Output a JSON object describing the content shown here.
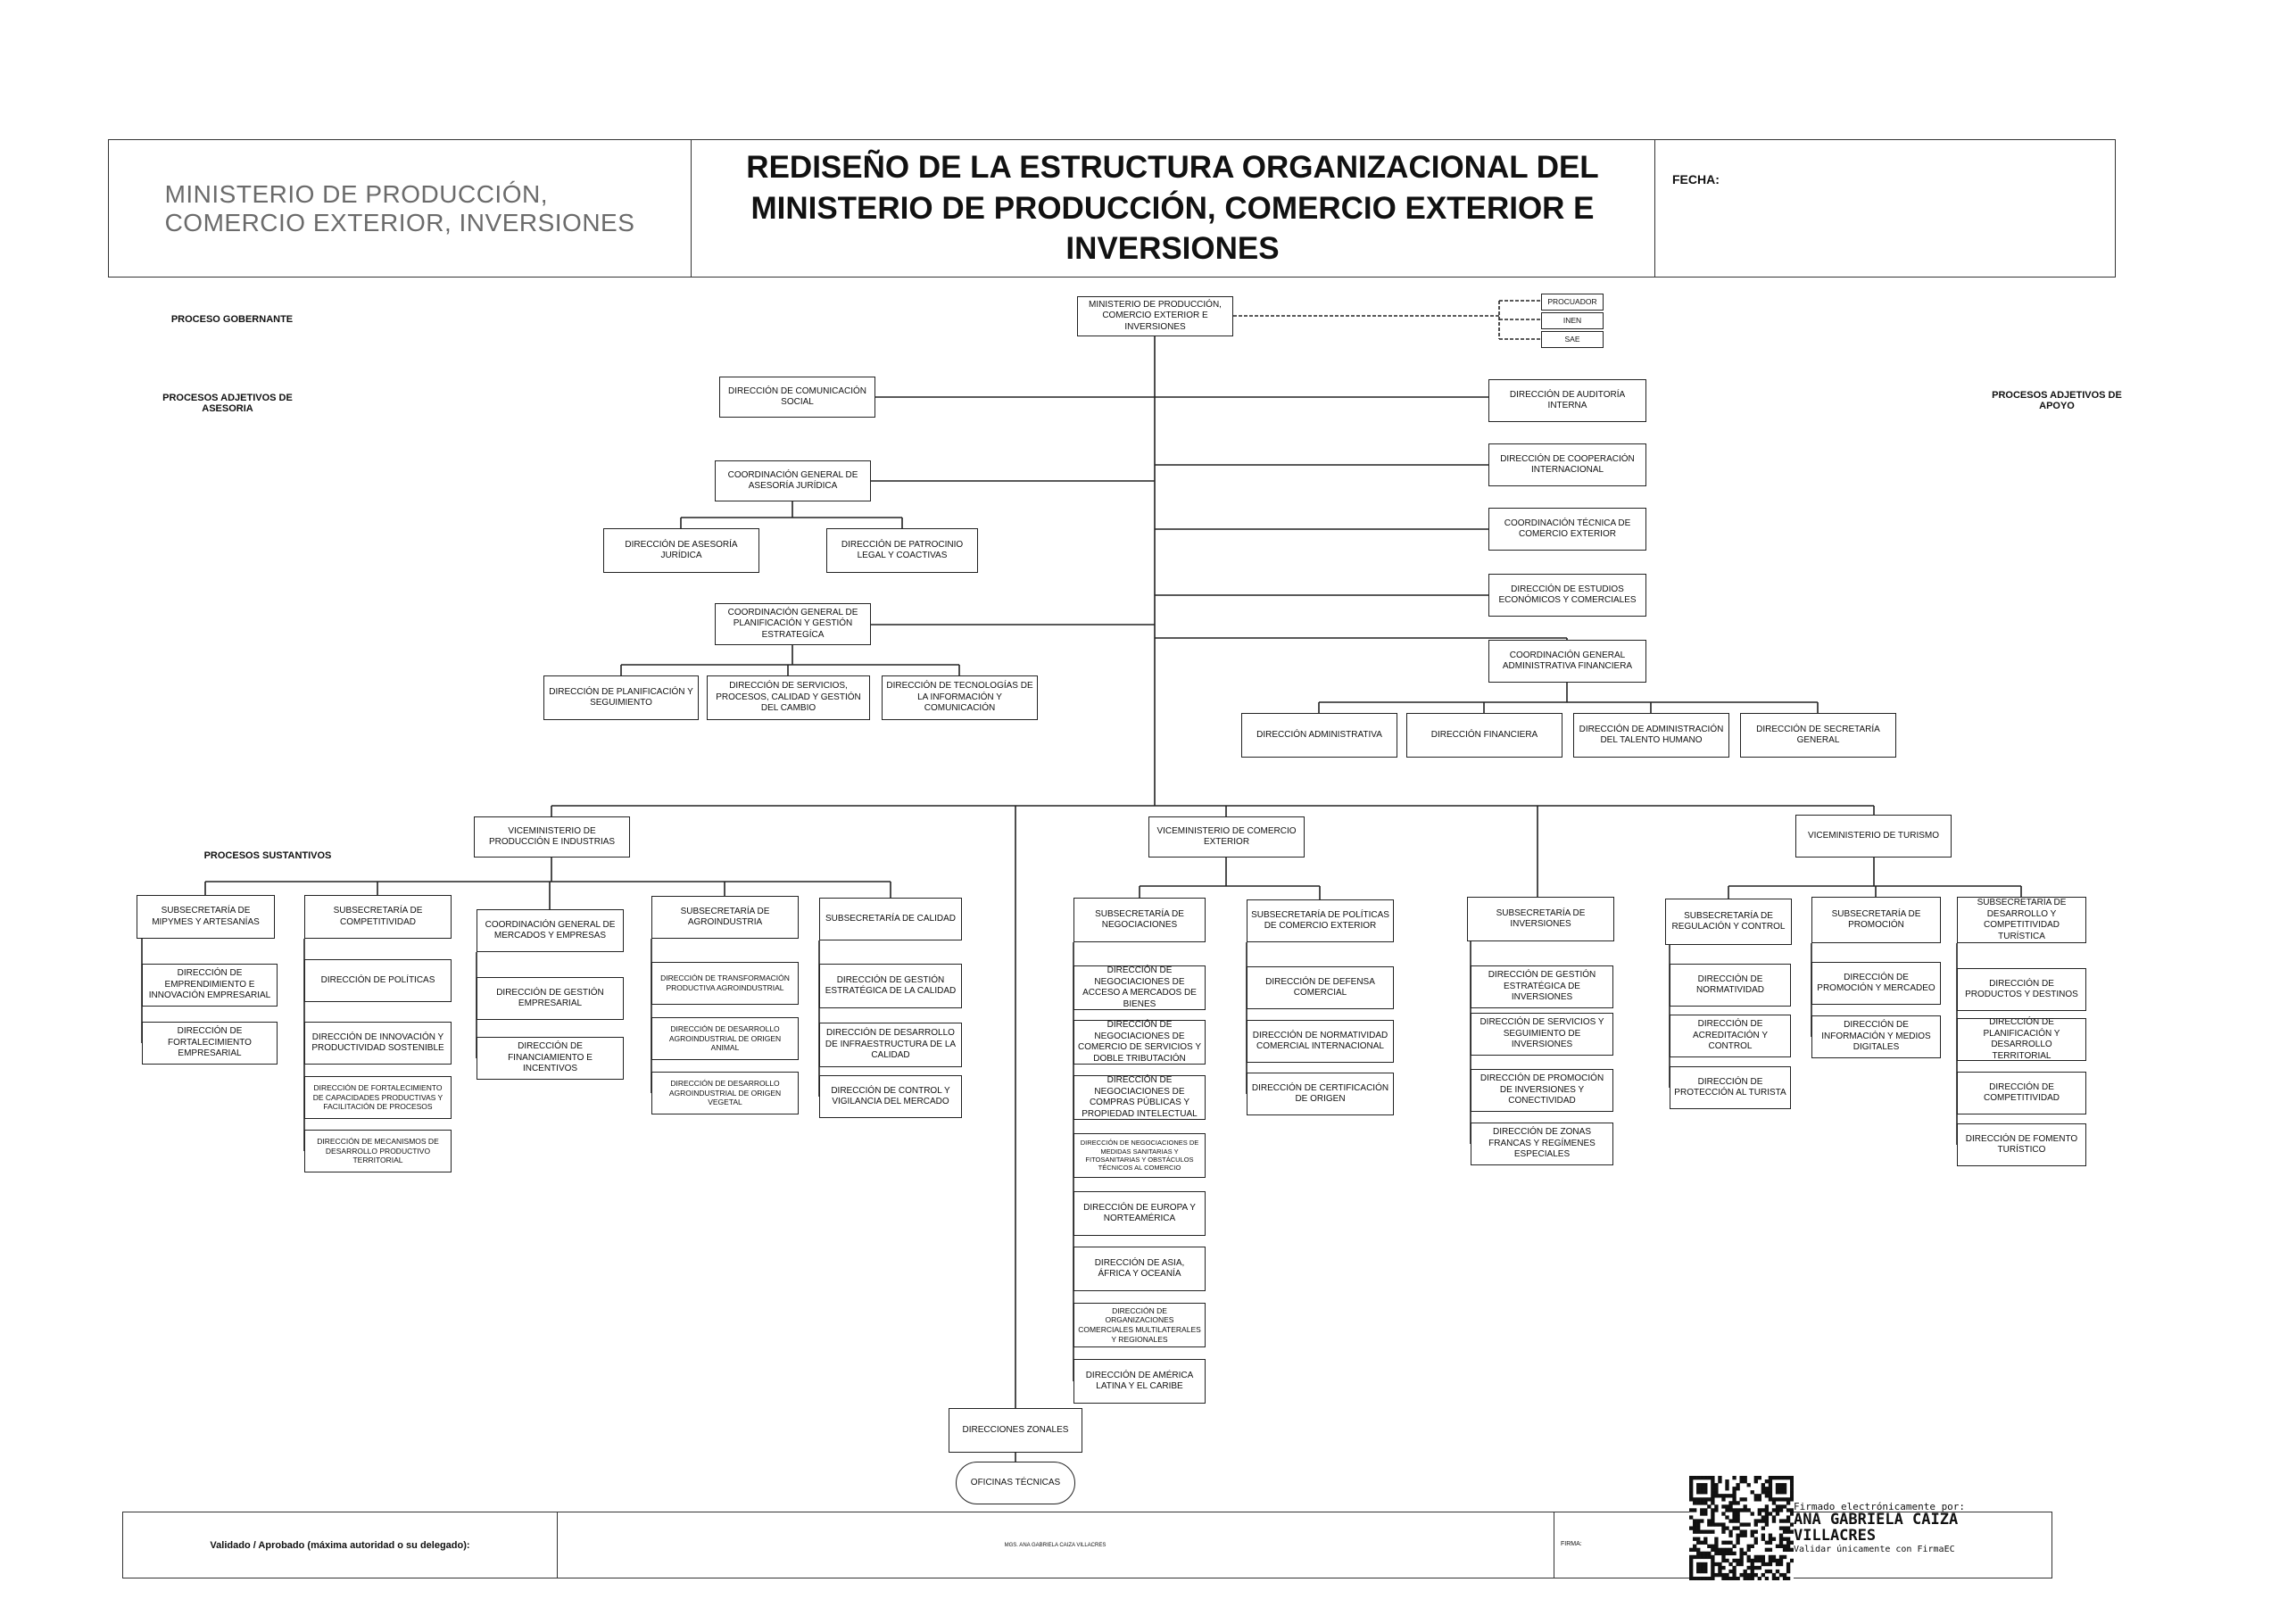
{
  "header": {
    "logo_text": "MINISTERIO DE PRODUCCIÓN,\nCOMERCIO EXTERIOR, INVERSIONES",
    "title": "REDISEÑO DE LA ESTRUCTURA ORGANIZACIONAL DEL MINISTERIO DE PRODUCCIÓN, COMERCIO EXTERIOR E INVERSIONES",
    "fecha_label": "FECHA:"
  },
  "labels": {
    "gobernante": "PROCESO GOBERNANTE",
    "asesoria": "PROCESOS ADJETIVOS DE ASESORIA",
    "apoyo": "PROCESOS ADJETIVOS DE APOYO",
    "sustantivos": "PROCESOS SUSTANTIVOS"
  },
  "units": {
    "ministerio": "MINISTERIO DE PRODUCCIÓN, COMERCIO EXTERIOR E INVERSIONES",
    "procuraduria": "PROCUADOR",
    "inen": "INEN",
    "sae": "SAE",
    "dir_comunicacion": "DIRECCIÓN DE COMUNICACIÓN SOCIAL",
    "cg_asesoria": "COORDINACIÓN GENERAL DE ASESORÍA JURÍDICA",
    "dir_asesoria": "DIRECCIÓN DE ASESORÍA JURÍDICA",
    "dir_patrocinio": "DIRECCIÓN DE PATROCINIO LEGAL Y COACTIVAS",
    "cg_planificacion": "COORDINACIÓN GENERAL DE PLANIFICACIÓN Y GESTIÓN ESTRATEGÍCA",
    "dir_planificacion": "DIRECCIÓN DE PLANIFICACIÓN Y SEGUIMIENTO",
    "dir_servicios": "DIRECCIÓN DE SERVICIOS, PROCESOS, CALIDAD Y GESTIÓN DEL CAMBIO",
    "dir_tecnologias": "DIRECCIÓN DE TECNOLOGÍAS DE LA INFORMACIÓN Y COMUNICACIÓN",
    "dir_auditoria": "DIRECCIÓN DE AUDITORÍA INTERNA",
    "dir_cooperacion": "DIRECCIÓN DE COOPERACIÓN INTERNACIONAL",
    "coord_tecnica": "COORDINACIÓN TÉCNICA DE COMERCIO EXTERIOR",
    "dir_estudios": "DIRECCIÓN DE ESTUDIOS ECONÓMICOS Y COMERCIALES",
    "cg_administrativa": "COORDINACIÓN GENERAL ADMINISTRATIVA FINANCIERA",
    "dir_administrativa": "DIRECCIÓN ADMINISTRATIVA",
    "dir_financiera": "DIRECCIÓN FINANCIERA",
    "dir_talento": "DIRECCIÓN DE ADMINISTRACIÓN DEL TALENTO HUMANO",
    "dir_secretaria": "DIRECCIÓN DE SECRETARÍA GENERAL",
    "vm_produccion": "VICEMINISTERIO DE PRODUCCIÓN E INDUSTRIAS",
    "vm_comercio": "VICEMINISTERIO DE COMERCIO EXTERIOR",
    "vm_turismo": "VICEMINISTERIO DE TURISMO",
    "sub_mipymes": "SUBSECRETARÍA DE MIPYMES Y ARTESANÍAS",
    "dir_emprendimiento": "DIRECCIÓN DE EMPRENDIMIENTO E INNOVACIÓN EMPRESARIAL",
    "dir_fortalecimiento": "DIRECCIÓN DE FORTALECIMIENTO EMPRESARIAL",
    "sub_competitividad": "SUBSECRETARÍA DE COMPETITIVIDAD",
    "dir_politicas": "DIRECCIÓN DE POLÍTICAS",
    "dir_innovacion": "DIRECCIÓN DE INNOVACIÓN Y PRODUCTIVIDAD SOSTENIBLE",
    "dir_fort_capacidades": "DIRECCIÓN DE FORTALECIMIENTO DE CAPACIDADES PRODUCTIVAS Y FACILITACIÓN DE PROCESOS",
    "dir_mecanismos": "DIRECCIÓN DE MECANISMOS DE DESARROLLO PRODUCTIVO TERRITORIAL",
    "cg_mercados": "COORDINACIÓN GENERAL DE MERCADOS Y EMPRESAS",
    "dir_gestion_emp": "DIRECCIÓN DE GESTIÓN EMPRESARIAL",
    "dir_financiamiento": "DIRECCIÓN DE FINANCIAMIENTO E INCENTIVOS",
    "sub_agroindustria": "SUBSECRETARÍA DE AGROINDUSTRIA",
    "dir_transformacion": "DIRECCIÓN DE TRANSFORMACIÓN PRODUCTIVA AGROINDUSTRIAL",
    "dir_agro_animal": "DIRECCIÓN DE DESARROLLO AGROINDUSTRIAL DE ORIGEN ANIMAL",
    "dir_agro_vegetal": "DIRECCIÓN DE DESARROLLO AGROINDUSTRIAL DE ORIGEN VEGETAL",
    "sub_calidad": "SUBSECRETARÍA DE CALIDAD",
    "dir_gestion_calidad": "DIRECCIÓN DE GESTIÓN ESTRATÉGICA DE LA CALIDAD",
    "dir_infra_calidad": "DIRECCIÓN DE DESARROLLO DE INFRAESTRUCTURA DE LA CALIDAD",
    "dir_control": "DIRECCIÓN DE CONTROL Y VIGILANCIA DEL MERCADO",
    "sub_negociaciones": "SUBSECRETARÍA DE NEGOCIACIONES",
    "dir_neg_bienes": "DIRECCIÓN DE NEGOCIACIONES DE ACCESO A MERCADOS DE BIENES",
    "dir_neg_servicios": "DIRECCIÓN DE NEGOCIACIONES DE COMERCIO DE SERVICIOS Y DOBLE TRIBUTACIÓN",
    "dir_neg_compras": "DIRECCIÓN DE NEGOCIACIONES DE COMPRAS PÚBLICAS Y PROPIEDAD INTELECTUAL",
    "dir_neg_sanitarias": "DIRECCIÓN DE NEGOCIACIONES DE MEDIDAS SANITARIAS Y FITOSANITARIAS Y OBSTÁCULOS TÉCNICOS AL COMERCIO",
    "dir_europa": "DIRECCIÓN DE EUROPA Y NORTEAMÉRICA",
    "dir_asia": "DIRECCIÓN DE ASIA, ÁFRICA Y OCEANÍA",
    "dir_organizaciones": "DIRECCIÓN DE ORGANIZACIONES COMERCIALES MULTILATERALES Y REGIONALES",
    "dir_america": "DIRECCIÓN DE AMÉRICA LATINA Y EL CARIBE",
    "sub_politicas_ce": "SUBSECRETARÍA DE POLÍTICAS DE COMERCIO EXTERIOR",
    "dir_defensa": "DIRECCIÓN DE DEFENSA COMERCIAL",
    "dir_normatividad_ci": "DIRECCIÓN DE NORMATIVIDAD COMERCIAL INTERNACIONAL",
    "dir_certificacion": "DIRECCIÓN DE CERTIFICACIÓN DE ORIGEN",
    "sub_inversiones": "SUBSECRETARÍA DE INVERSIONES",
    "dir_gestion_inv": "DIRECCIÓN DE GESTIÓN ESTRATÉGICA DE INVERSIONES",
    "dir_servicios_inv": "DIRECCIÓN DE SERVICIOS Y SEGUIMIENTO DE INVERSIONES",
    "dir_promocion_inv": "DIRECCIÓN DE PROMOCIÓN DE INVERSIONES Y CONECTIVIDAD",
    "dir_zonas": "DIRECCIÓN DE ZONAS FRANCAS Y REGÍMENES ESPECIALES",
    "sub_regulacion": "SUBSECRETARÍA DE REGULACIÓN Y CONTROL",
    "dir_normatividad": "DIRECCIÓN DE NORMATIVIDAD",
    "dir_acreditacion": "DIRECCIÓN DE ACREDITACIÓN Y CONTROL",
    "dir_proteccion": "DIRECCIÓN DE PROTECCIÓN AL TURISTA",
    "sub_promocion": "SUBSECRETARÍA DE PROMOCIÓN",
    "dir_promocion_mercadeo": "DIRECCIÓN DE PROMOCIÓN Y MERCADEO",
    "dir_informacion": "DIRECCIÓN DE INFORMACIÓN Y MEDIOS DIGITALES",
    "sub_desarrollo_tur": "SUBSECRETARÍA DE DESARROLLO Y COMPETITIVIDAD TURÍSTICA",
    "dir_productos": "DIRECCIÓN DE PRODUCTOS Y DESTINOS",
    "dir_planificacion_tur": "DIRECCIÓN DE PLANIFICACIÓN Y DESARROLLO TERRITORIAL",
    "dir_competitividad": "DIRECCIÓN DE COMPETITIVIDAD",
    "dir_fomento": "DIRECCIÓN DE FOMENTO TURÍSTICO",
    "dir_zonales": "DIRECCIONES ZONALES",
    "oficinas": "OFICINAS TÉCNICAS"
  },
  "footer": {
    "validado": "Validado / Aprobado (máxima autoridad o su delegado):",
    "nombre": "MGS. ANA GABRIELA CAIZA VILLACRES",
    "firma": "FIRMA:"
  },
  "signature": {
    "line1": "Firmado electrónicamente por:",
    "line2": "ANA GABRIELA CAIZA",
    "line3": "VILLACRES",
    "line4": "Validar únicamente con FirmaEC"
  },
  "colors": {
    "line": "#222222",
    "logo_text": "#6b6b6b"
  }
}
